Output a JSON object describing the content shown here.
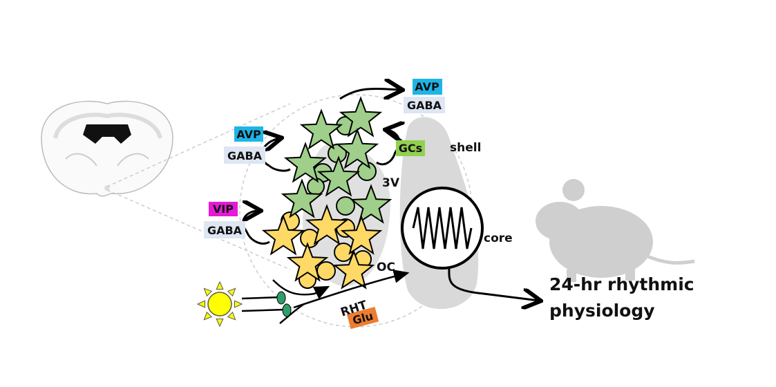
{
  "labels": {
    "avp_top": "AVP",
    "gaba_top": "GABA",
    "avp_left": "AVP",
    "gaba_left": "GABA",
    "gcs": "GCs",
    "vip": "VIP",
    "gaba_vip": "GABA",
    "shell": "shell",
    "third_ventricle": "3V",
    "core": "core",
    "optic_chiasm": "OC",
    "rht": "RHT",
    "glu": "Glu",
    "output_line1": "24-hr rhythmic",
    "output_line2": "physiology"
  },
  "colors": {
    "avp": "#1fb4e8",
    "gaba": "#dde6f2",
    "gcs": "#92d050",
    "vip": "#e619d6",
    "glu": "#ed7d31",
    "green_cell": "#9fcf8a",
    "yellow_cell": "#ffd966",
    "sun": "#ffff00",
    "shell_grey": "#d9d9d9"
  }
}
